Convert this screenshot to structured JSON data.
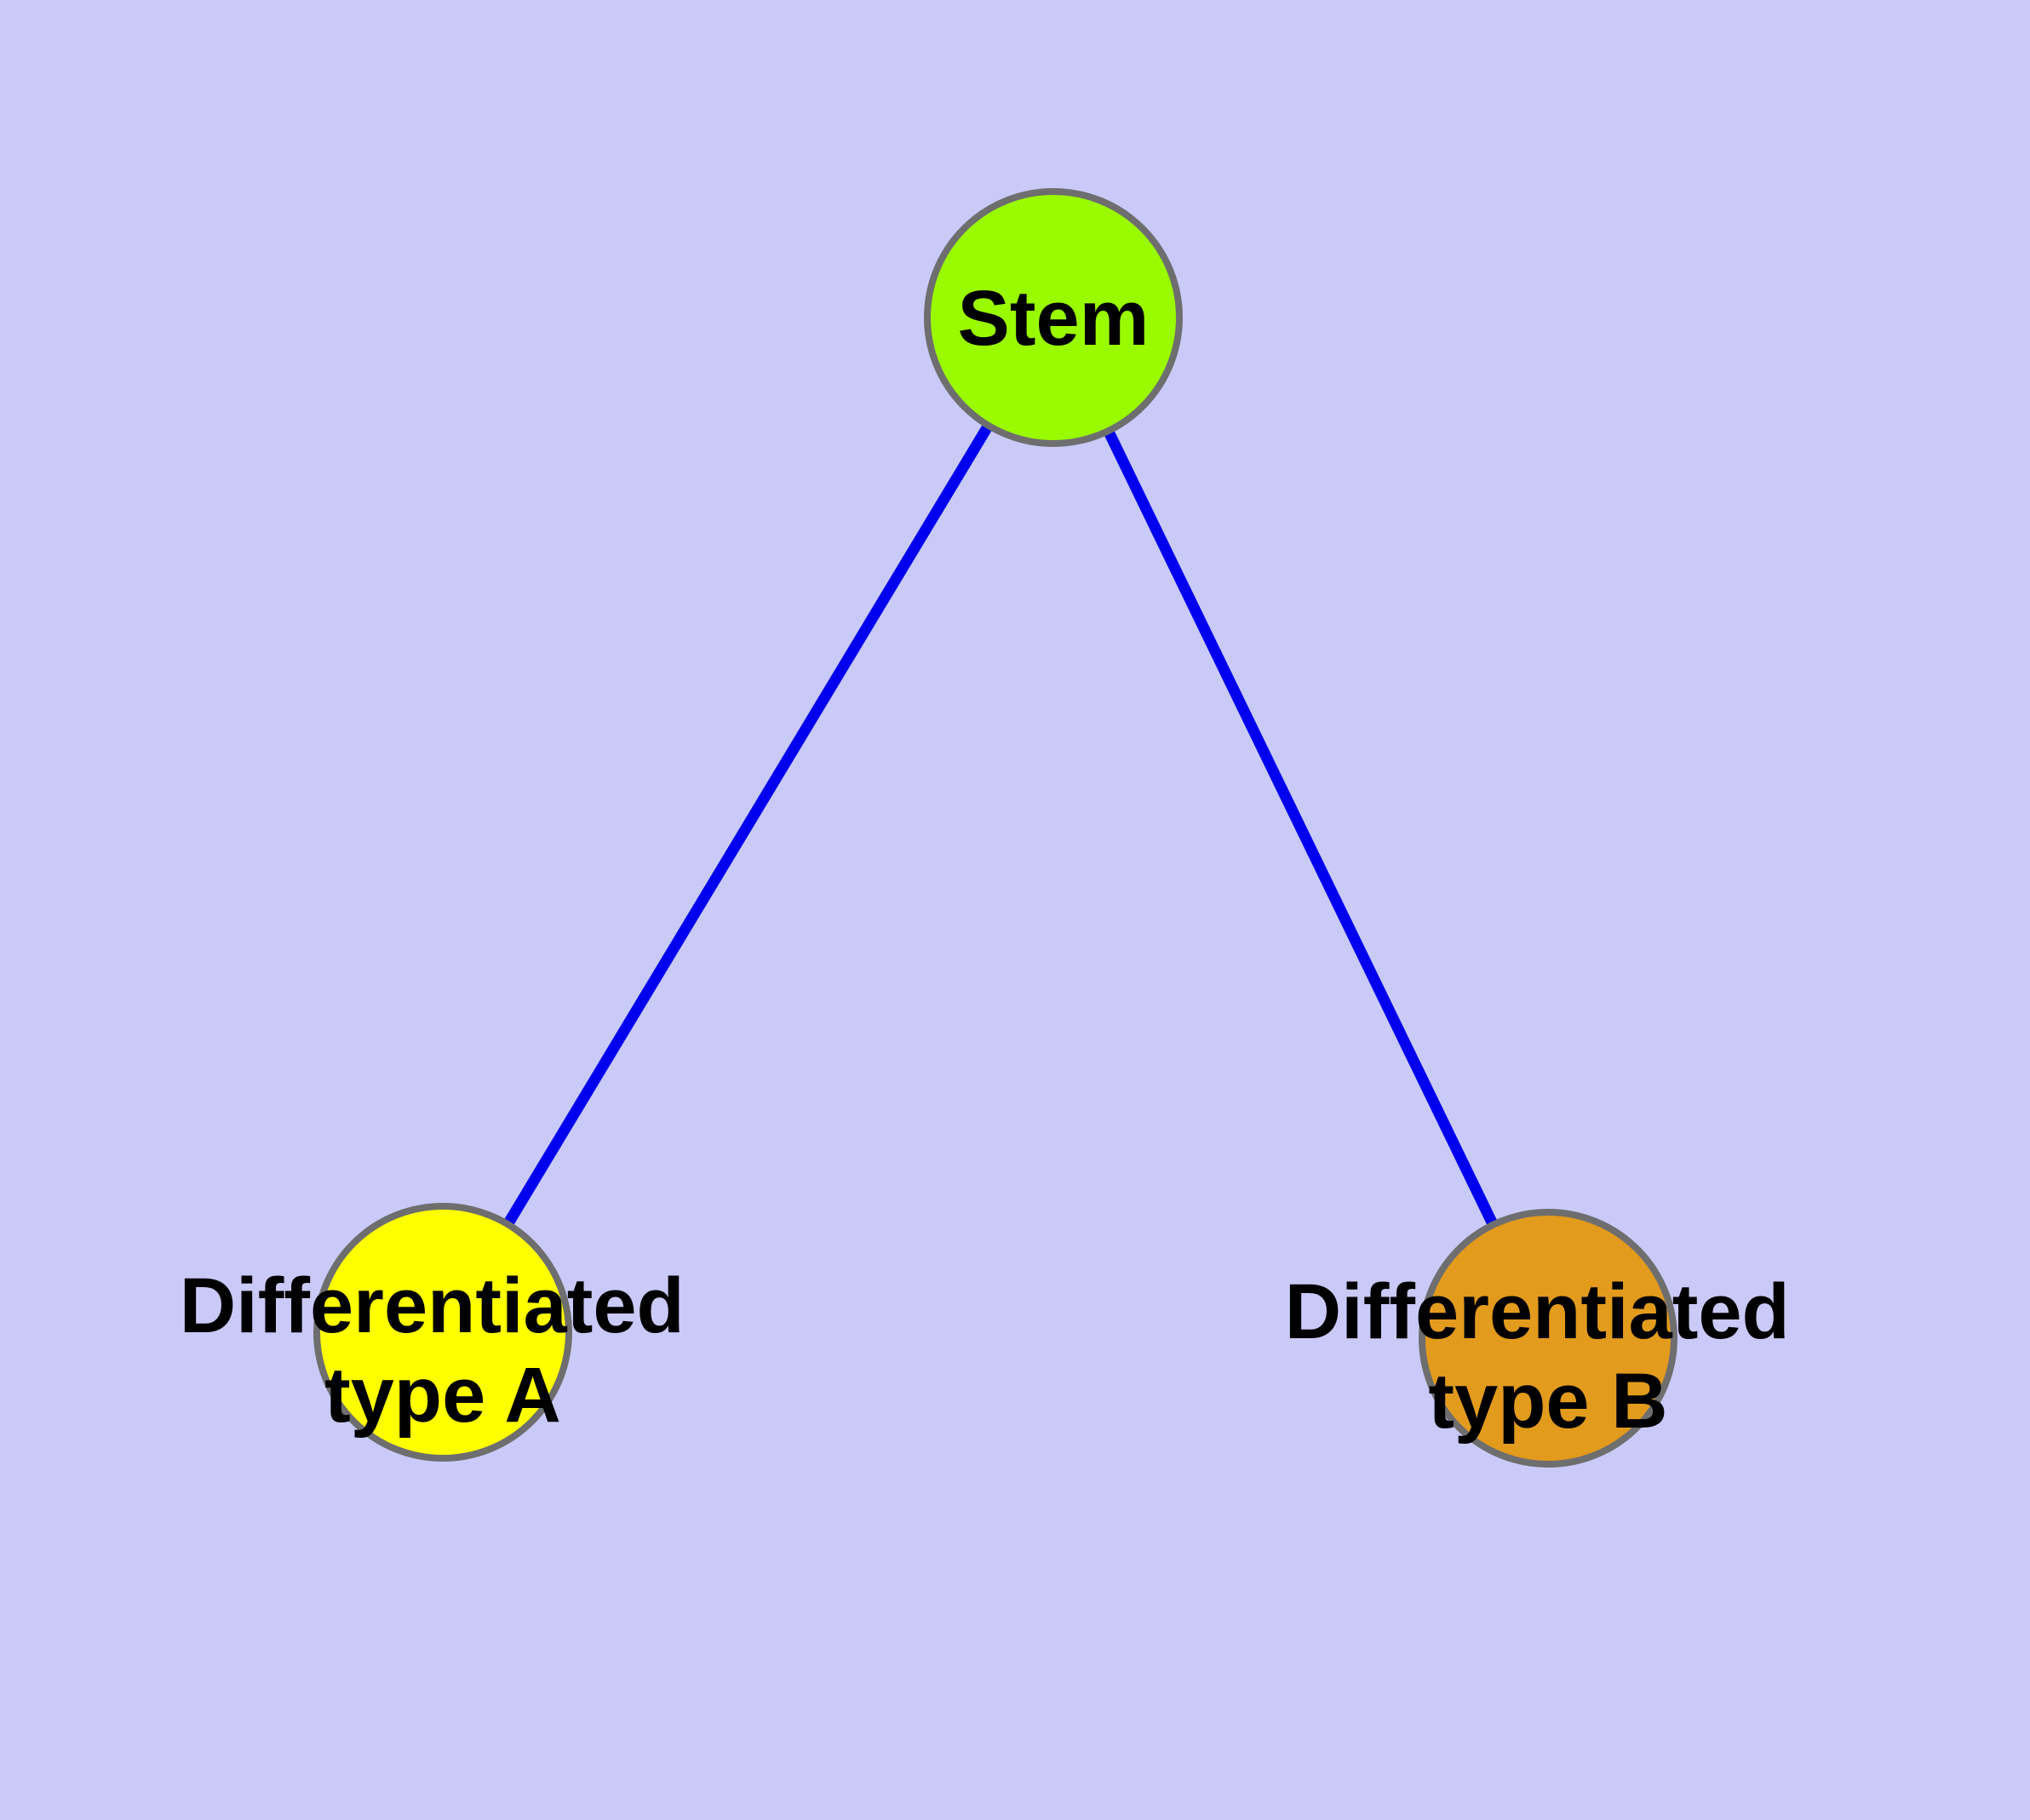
{
  "canvas": {
    "background": "#cacaf9"
  },
  "colors": {
    "edge": "#0000ee",
    "node_border": "#6e6e6e",
    "label_text": "#000000",
    "stem_fill": "#9afb00",
    "type_a_fill": "#ffff00",
    "type_b_fill": "#e39b1e"
  },
  "graph": {
    "nodes": [
      {
        "id": "stem",
        "label": "Stem",
        "label_lines": [
          "Stem"
        ],
        "fill": "#9afb00"
      },
      {
        "id": "differentiated-type-a",
        "label": "Differentiated type A",
        "label_lines": [
          "Differentiated",
          "type A"
        ],
        "fill": "#ffff00"
      },
      {
        "id": "differentiated-type-b",
        "label": "Differentiated type B",
        "label_lines": [
          "Differentiated",
          "type B"
        ],
        "fill": "#e39b1e"
      }
    ],
    "edges": [
      {
        "from": "stem",
        "to": "differentiated-type-a"
      },
      {
        "from": "stem",
        "to": "differentiated-type-b"
      }
    ]
  }
}
